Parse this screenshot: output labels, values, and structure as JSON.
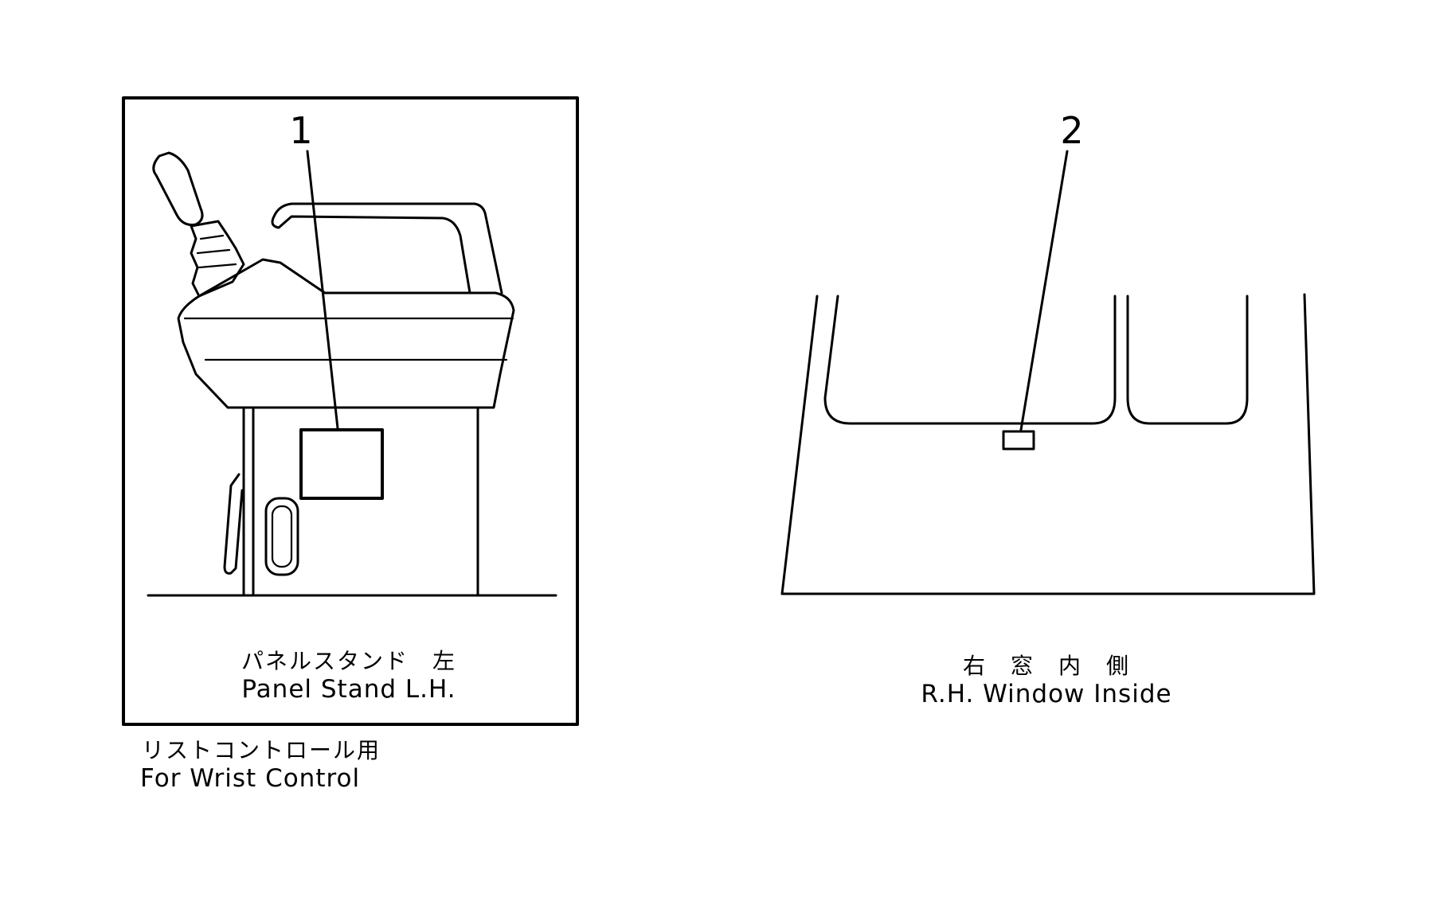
{
  "left_view": {
    "callout": "1",
    "caption_jp": "パネルスタンド　左",
    "caption_en": "Panel  Stand  L.H.",
    "outer_caption_jp": "リストコントロール用",
    "outer_caption_en": "For  Wrist  Control"
  },
  "right_view": {
    "callout": "2",
    "caption_jp": "右　窓　内　側",
    "caption_en": "R.H.  Window  Inside"
  }
}
